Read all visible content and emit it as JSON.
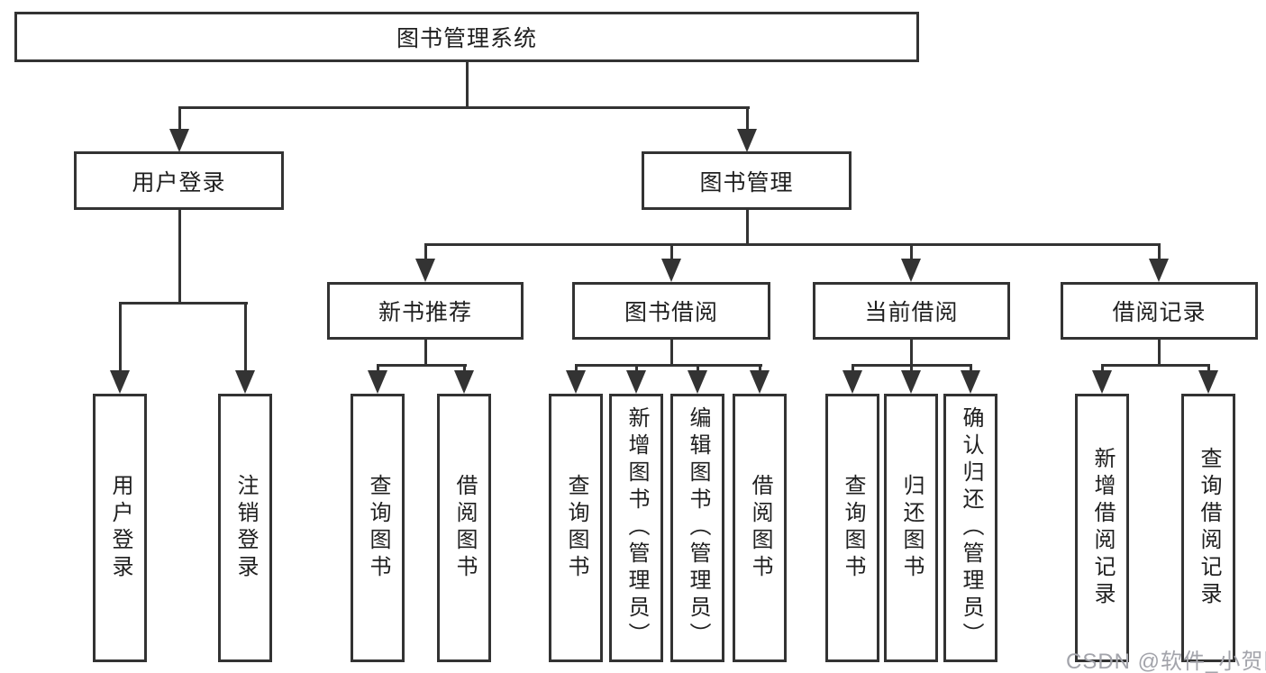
{
  "diagram": {
    "title": "图书管理系统",
    "nodes": {
      "root": {
        "label": "图书管理系统"
      },
      "level2": [
        {
          "label": "用户登录"
        },
        {
          "label": "图书管理"
        }
      ],
      "level3": [
        {
          "label": "新书推荐"
        },
        {
          "label": "图书借阅"
        },
        {
          "label": "当前借阅"
        },
        {
          "label": "借阅记录"
        }
      ],
      "leaves": [
        {
          "label": "用户登录",
          "parent": "用户登录"
        },
        {
          "label": "注销登录",
          "parent": "用户登录"
        },
        {
          "label": "查询图书",
          "parent": "新书推荐"
        },
        {
          "label": "借阅图书",
          "parent": "新书推荐"
        },
        {
          "label": "查询图书",
          "parent": "图书借阅"
        },
        {
          "label": "新增图书（管理员）",
          "parent": "图书借阅"
        },
        {
          "label": "编辑图书（管理员）",
          "parent": "图书借阅"
        },
        {
          "label": "借阅图书",
          "parent": "图书借阅"
        },
        {
          "label": "查询图书",
          "parent": "当前借阅"
        },
        {
          "label": "归还图书",
          "parent": "当前借阅"
        },
        {
          "label": "确认归还（管理员）",
          "parent": "当前借阅"
        },
        {
          "label": "新增借阅记录",
          "parent": "借阅记录"
        },
        {
          "label": "查询借阅记录",
          "parent": "借阅记录"
        }
      ]
    },
    "colors": {
      "line": "#333333",
      "text": "#1f1f1f",
      "background": "#ffffff",
      "watermark": "#a3a4ab"
    }
  },
  "watermark": {
    "text": "CSDN @软件_小贺同学"
  }
}
